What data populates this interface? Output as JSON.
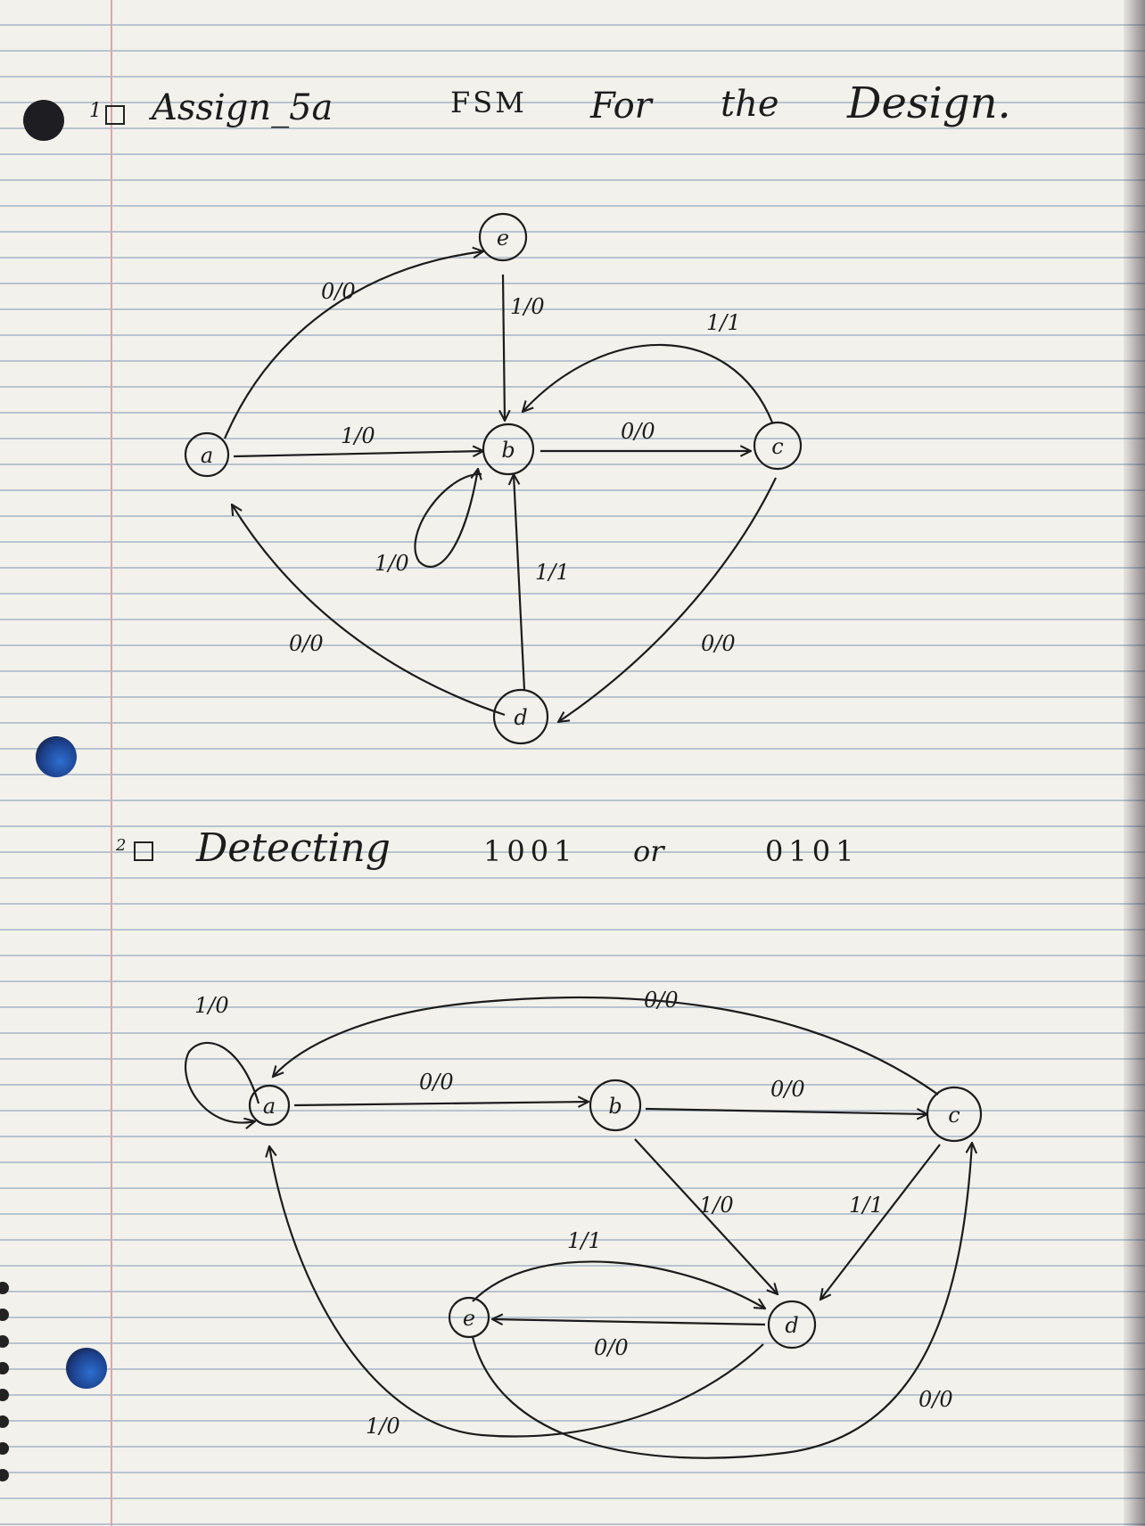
{
  "header": {
    "number": "1",
    "assignment": "Assign_5a",
    "fsm": "FSM",
    "for": "For",
    "the": "the",
    "design": "Design."
  },
  "section2": {
    "number": "2",
    "detecting": "Detecting",
    "seq1": "1001",
    "or": "or",
    "seq2": "0101"
  },
  "diagram1": {
    "states": [
      "a",
      "b",
      "c",
      "d",
      "e"
    ],
    "transitions": [
      {
        "from": "a",
        "to": "e",
        "label": "0/0"
      },
      {
        "from": "a",
        "to": "b",
        "label": "1/0"
      },
      {
        "from": "e",
        "to": "b",
        "label": "1/0"
      },
      {
        "from": "b",
        "to": "b",
        "label": "1/0"
      },
      {
        "from": "b",
        "to": "c",
        "label": "0/0"
      },
      {
        "from": "c",
        "to": "b",
        "label": "1/1"
      },
      {
        "from": "c",
        "to": "d",
        "label": "0/0"
      },
      {
        "from": "d",
        "to": "b",
        "label": "1/1"
      },
      {
        "from": "d",
        "to": "a",
        "label": "0/0"
      }
    ]
  },
  "diagram2": {
    "states": [
      "a",
      "b",
      "c",
      "d",
      "e"
    ],
    "transitions": [
      {
        "from": "a",
        "to": "a",
        "label": "1/0"
      },
      {
        "from": "a",
        "to": "b",
        "label": "0/0"
      },
      {
        "from": "b",
        "to": "c",
        "label": "0/0"
      },
      {
        "from": "c",
        "to": "a",
        "label": "0/0"
      },
      {
        "from": "b",
        "to": "d",
        "label": "1/0"
      },
      {
        "from": "c",
        "to": "d",
        "label": "1/1"
      },
      {
        "from": "e",
        "to": "d",
        "label": "1/1"
      },
      {
        "from": "d",
        "to": "e",
        "label": "0/0"
      },
      {
        "from": "d",
        "to": "a",
        "label": "1/0"
      },
      {
        "from": "e",
        "to": "c",
        "label": "0/0"
      }
    ]
  },
  "colors": {
    "ink": "#1c1c1c",
    "paper": "#f3f1ec",
    "rule": "#b9c3cf",
    "margin": "#e2a3a8"
  }
}
